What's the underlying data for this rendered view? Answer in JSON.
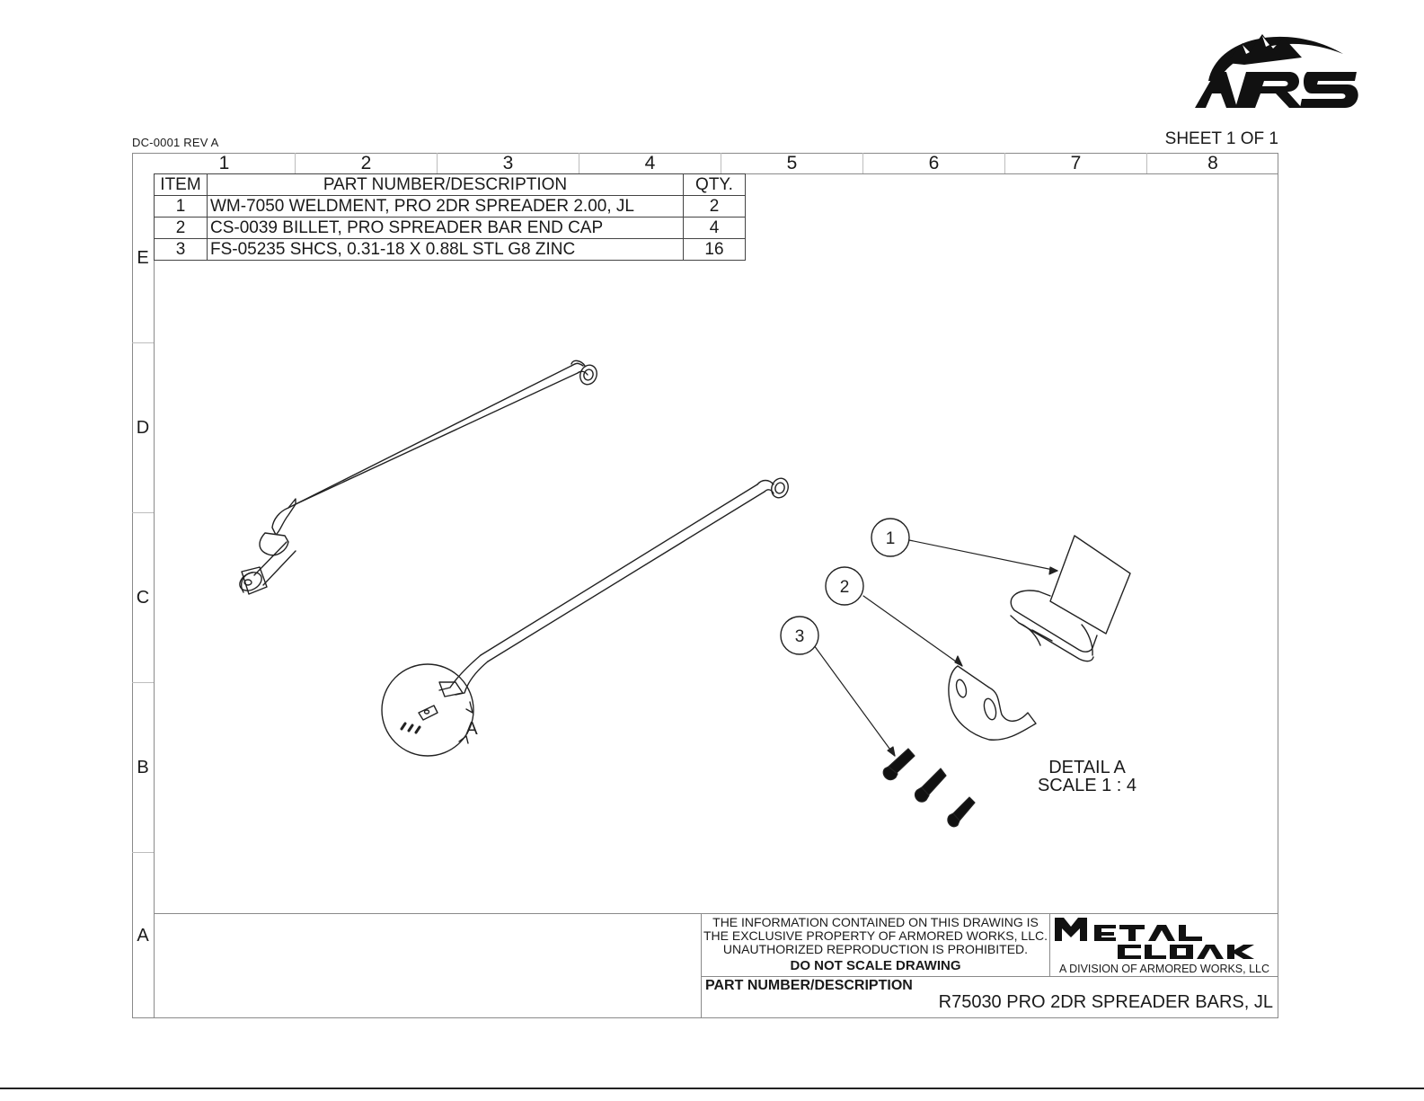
{
  "header": {
    "logo_text": "ARS",
    "doc_code": "DC-0001  REV A",
    "sheet": "SHEET 1 OF 1"
  },
  "zones": {
    "columns": [
      "1",
      "2",
      "3",
      "4",
      "5",
      "6",
      "7",
      "8"
    ],
    "rows": [
      "E",
      "D",
      "C",
      "B",
      "A"
    ]
  },
  "bom": {
    "headers": {
      "item": "ITEM",
      "description": "PART NUMBER/DESCRIPTION",
      "qty": "QTY."
    },
    "rows": [
      {
        "item": "1",
        "description": "WM-7050 WELDMENT, PRO 2DR SPREADER 2.00, JL",
        "qty": "2"
      },
      {
        "item": "2",
        "description": "CS-0039 BILLET, PRO SPREADER BAR END CAP",
        "qty": "4"
      },
      {
        "item": "3",
        "description": "FS-05235 SHCS, 0.31-18 X 0.88L STL G8 ZINC",
        "qty": "16"
      }
    ]
  },
  "drawing": {
    "balloons": [
      "1",
      "2",
      "3"
    ],
    "detail_marker": "A",
    "detail_title": "DETAIL A",
    "detail_scale": "SCALE 1 : 4"
  },
  "title_block": {
    "notice": [
      "THE INFORMATION CONTAINED ON THIS DRAWING IS",
      "THE EXCLUSIVE PROPERTY OF ARMORED WORKS, LLC.",
      "UNAUTHORIZED REPRODUCTION IS PROHIBITED."
    ],
    "do_not_scale": "DO NOT SCALE DRAWING",
    "company_logo_text": "METAL CLOAK",
    "division": "A DIVISION OF ARMORED WORKS, LLC",
    "part_number_label": "PART NUMBER/DESCRIPTION",
    "part_number_value": "R75030 PRO 2DR SPREADER BARS, JL"
  },
  "colors": {
    "ink": "#1a1a1a",
    "frame": "#8a8a8a"
  }
}
